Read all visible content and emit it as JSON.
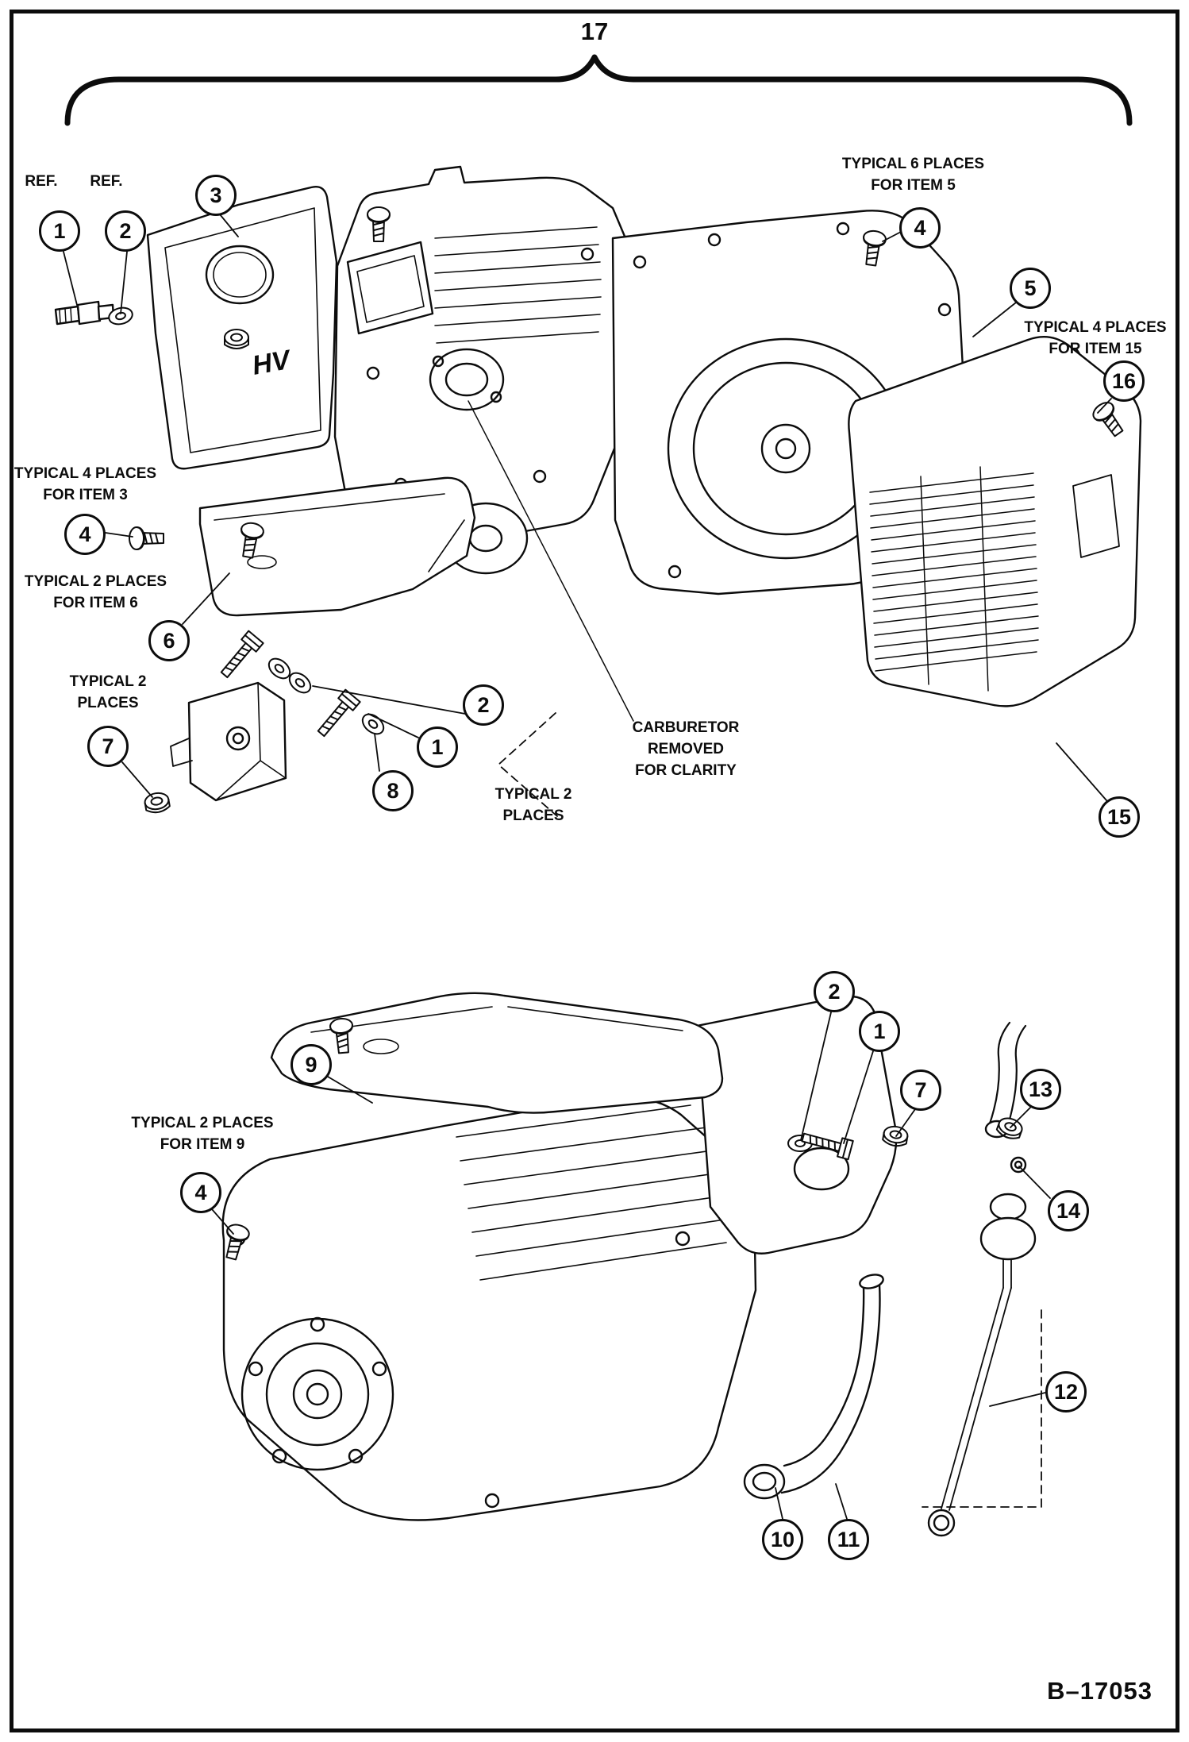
{
  "figure": {
    "group_label": "17",
    "code": "B–17053"
  },
  "callouts": [
    {
      "num": "1"
    },
    {
      "num": "2"
    },
    {
      "num": "3"
    },
    {
      "num": "4"
    },
    {
      "num": "5"
    },
    {
      "num": "16"
    },
    {
      "num": "4"
    },
    {
      "num": "6"
    },
    {
      "num": "7"
    },
    {
      "num": "2"
    },
    {
      "num": "1"
    },
    {
      "num": "8"
    },
    {
      "num": "15"
    },
    {
      "num": "9"
    },
    {
      "num": "2"
    },
    {
      "num": "1"
    },
    {
      "num": "7"
    },
    {
      "num": "13"
    },
    {
      "num": "4"
    },
    {
      "num": "14"
    },
    {
      "num": "12"
    },
    {
      "num": "10"
    },
    {
      "num": "11"
    }
  ],
  "labels": [
    {
      "text": "REF."
    },
    {
      "text": "REF."
    },
    {
      "text": "TYPICAL 6 PLACES\nFOR ITEM 5"
    },
    {
      "text": "TYPICAL 4 PLACES\nFOR ITEM 15"
    },
    {
      "text": "TYPICAL 4 PLACES\nFOR ITEM 3"
    },
    {
      "text": "TYPICAL 2 PLACES\nFOR ITEM 6"
    },
    {
      "text": "TYPICAL 2\nPLACES"
    },
    {
      "text": "TYPICAL 2\nPLACES"
    },
    {
      "text": "CARBURETOR\nREMOVED\nFOR CLARITY"
    },
    {
      "text": "TYPICAL 2 PLACES\nFOR ITEM 9"
    },
    {
      "text": "HV"
    }
  ]
}
